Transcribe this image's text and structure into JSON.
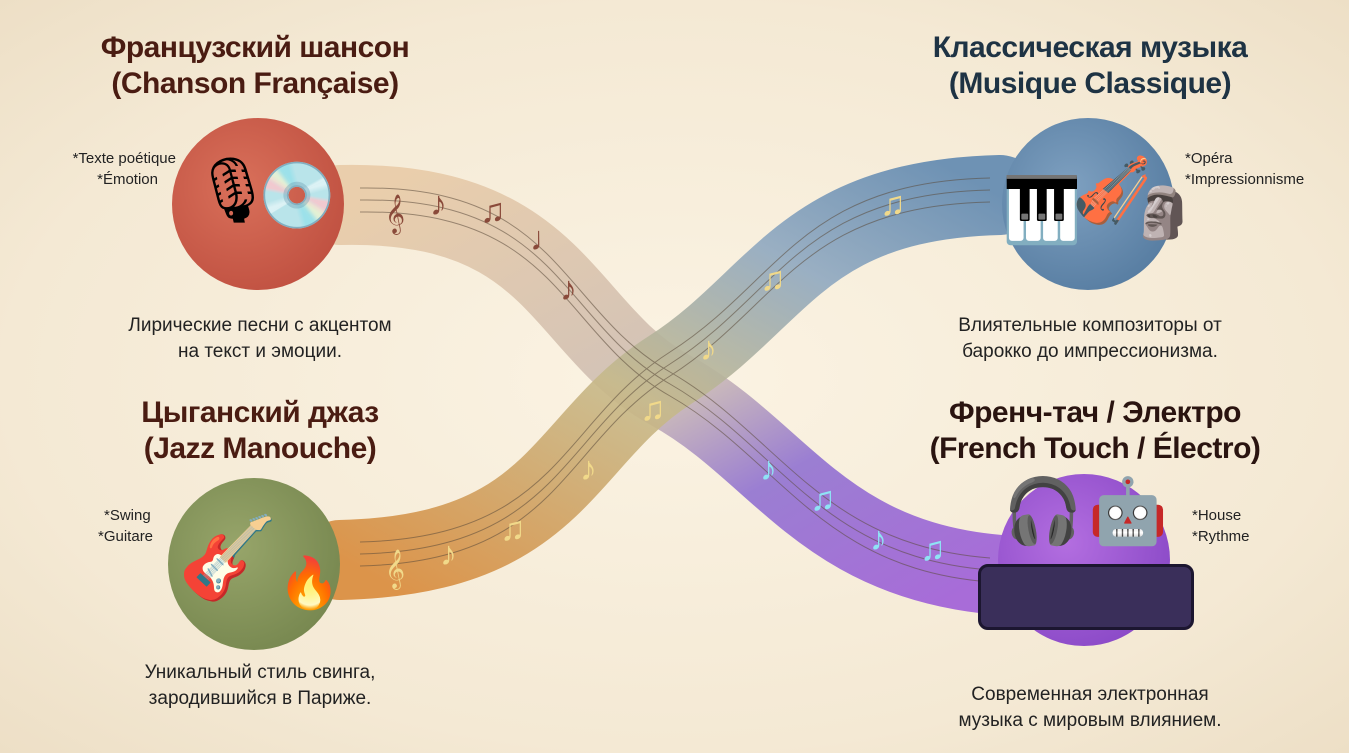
{
  "sections": {
    "chanson": {
      "title_ru": "Французский шансон",
      "title_fr": "(Chanson Française)",
      "notes": [
        "*Texte poétique",
        "*Émotion"
      ],
      "desc": [
        "Лирические песни с акцентом",
        "на текст и эмоции."
      ],
      "color": "#c95a45"
    },
    "classique": {
      "title_ru": "Классическая музыка",
      "title_fr": "(Musique Classique)",
      "notes": [
        "*Opéra",
        "*Impressionnisme"
      ],
      "desc": [
        "Влиятельные композиторы от",
        "барокко до импрессионизма."
      ],
      "color": "#5c84a8"
    },
    "jazz": {
      "title_ru": "Цыганский джаз",
      "title_fr": "(Jazz Manouche)",
      "notes": [
        "*Swing",
        "*Guitare"
      ],
      "desc": [
        "Уникальный стиль свинга,",
        "зародившийся в Париже."
      ],
      "color": "#7f8d55"
    },
    "electro": {
      "title_ru": "Френч-тач / Электро",
      "title_fr": "(French Touch / Électro)",
      "notes": [
        "*House",
        "*Rythme"
      ],
      "desc": [
        "Современная электронная",
        "музыка с мировым влиянием."
      ],
      "color": "#8a4fc9"
    }
  }
}
